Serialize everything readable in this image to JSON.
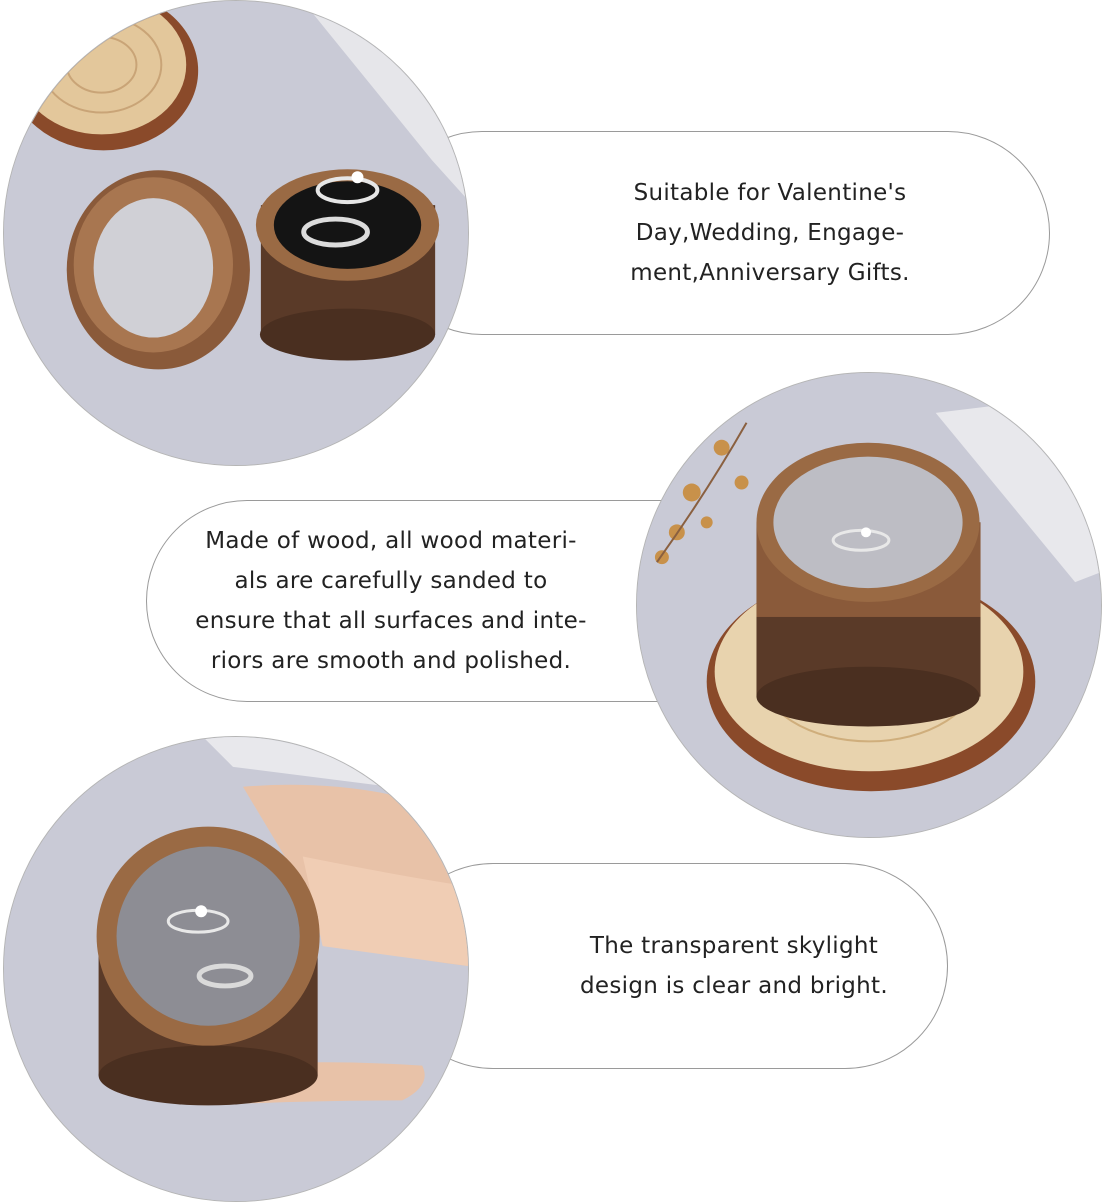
{
  "features": [
    {
      "text": "Suitable for Valentine's\nDay,Wedding, Engage-\nment,Anniversary Gifts.",
      "image": "open-ring-box-photo"
    },
    {
      "text": "Made of wood, all wood materi-\nals are carefully sanded to\nensure that all surfaces and inte-\nriors are smooth and polished.",
      "image": "closed-ring-box-on-wood-slice-photo"
    },
    {
      "text": "The transparent skylight\ndesign is clear and bright.",
      "image": "hand-holding-ring-box-photo"
    }
  ],
  "colors": {
    "border": "#9a9a9a",
    "background": "#c7c9d6",
    "wood": "#8a5a3a",
    "wood_dark": "#5a3a28",
    "slice": "#e8d3ae"
  }
}
